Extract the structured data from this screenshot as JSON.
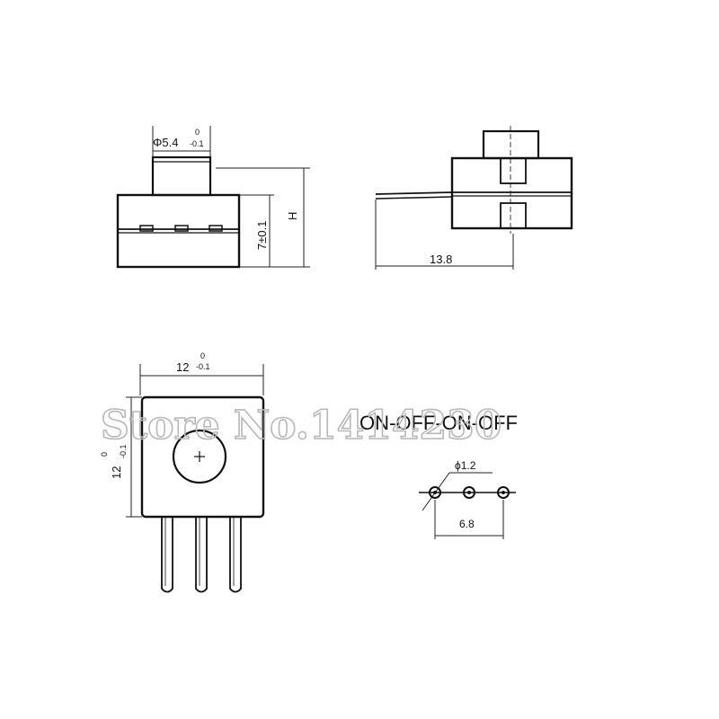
{
  "front_view": {
    "diameter_label": "Φ5.4",
    "diameter_tol_upper": "0",
    "diameter_tol_lower": "-0.1",
    "height_label": "7±0.1",
    "h_label": "H"
  },
  "side_view": {
    "length_label": "13.8"
  },
  "top_view": {
    "width_label": "12",
    "width_tol_upper": "0",
    "width_tol_lower": "-0.1",
    "depth_label": "12",
    "depth_tol_upper": "0",
    "depth_tol_lower": "-0.1"
  },
  "schematic": {
    "title": "ON-OFF-ON-OFF",
    "hole_label": "ϕ1.2",
    "pitch_label": "6.8"
  },
  "watermark": {
    "text": "Store No.1414230"
  }
}
